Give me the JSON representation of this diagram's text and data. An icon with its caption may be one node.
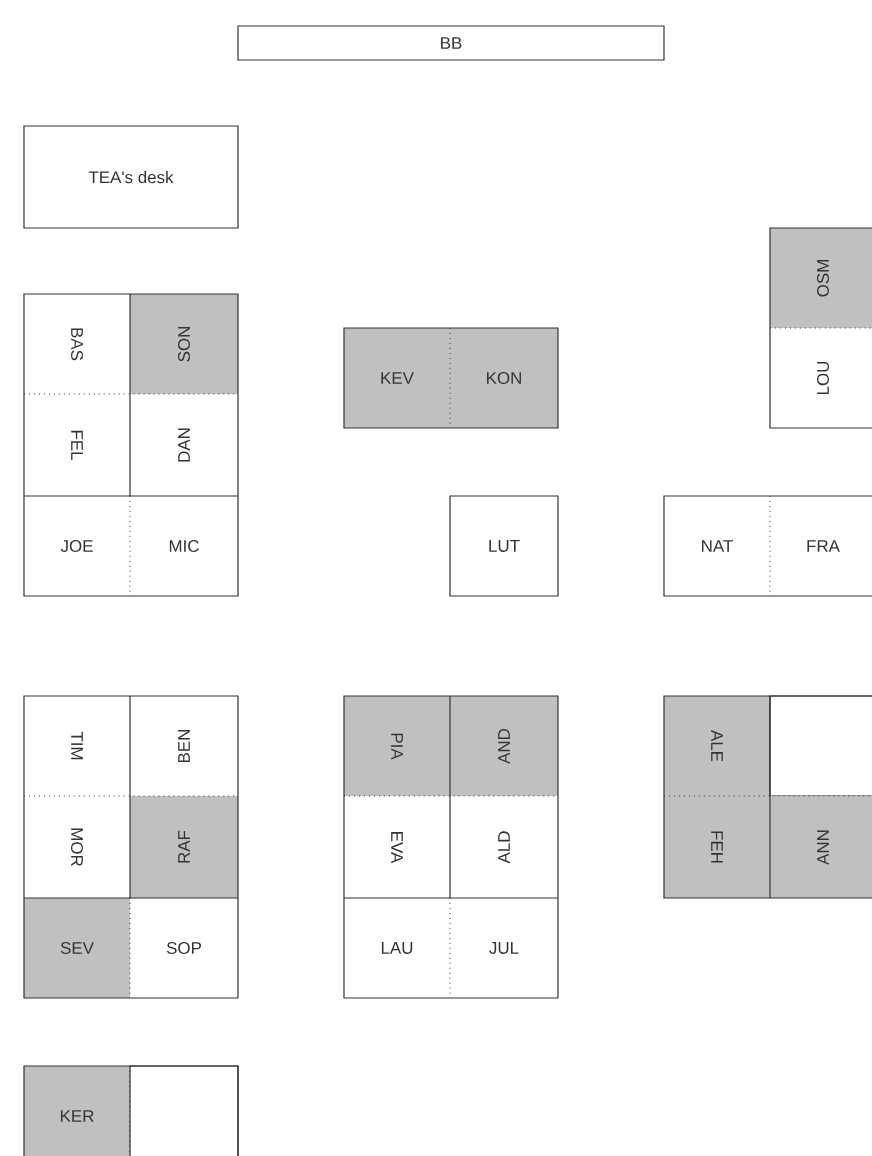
{
  "diagram": {
    "nodes": [
      {
        "text": [
          "BB"
        ]
      },
      {
        "text": [
          "TEA's desk"
        ]
      },
      {
        "text": [
          "OSM"
        ]
      },
      {
        "text": [
          "BAS"
        ]
      },
      {
        "text": [
          "SON"
        ]
      },
      {
        "text": [
          "KEV"
        ]
      },
      {
        "text": [
          "KON"
        ]
      },
      {
        "text": [
          "LOU"
        ]
      },
      {
        "text": [
          "FEL"
        ]
      },
      {
        "text": [
          "DAN"
        ]
      },
      {
        "text": [
          "JOE"
        ]
      },
      {
        "text": [
          "MIC"
        ]
      },
      {
        "text": [
          "LUT"
        ]
      },
      {
        "text": [
          "NAT"
        ]
      },
      {
        "text": [
          "FRA"
        ]
      },
      {
        "text": [
          "TIM"
        ]
      },
      {
        "text": [
          "BEN"
        ]
      },
      {
        "text": [
          "PIA"
        ]
      },
      {
        "text": [
          "AND"
        ]
      },
      {
        "text": [
          "ALE"
        ]
      },
      {
        "text": [],
        "shape": "box"
      },
      {
        "text": [
          "MOR"
        ]
      },
      {
        "text": [
          "RAF"
        ]
      },
      {
        "text": [
          "EVA"
        ]
      },
      {
        "text": [
          "ALD"
        ]
      },
      {
        "text": [
          "FEH"
        ]
      },
      {
        "text": [
          "ANN"
        ]
      },
      {
        "text": [
          "SEV"
        ]
      },
      {
        "text": [
          "SOP"
        ]
      },
      {
        "text": [
          "LAU"
        ]
      },
      {
        "text": [
          "JUL"
        ]
      },
      {
        "text": [
          "KER"
        ]
      },
      {
        "text": [],
        "shape": "box"
      }
    ]
  }
}
